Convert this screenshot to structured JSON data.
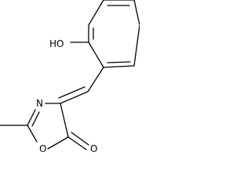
{
  "molecule": {
    "atom_labels": {
      "hydroxyl": "HO",
      "ring_nitrogen": "N",
      "ring_oxygen": "O",
      "carbonyl_oxygen": "O"
    }
  }
}
